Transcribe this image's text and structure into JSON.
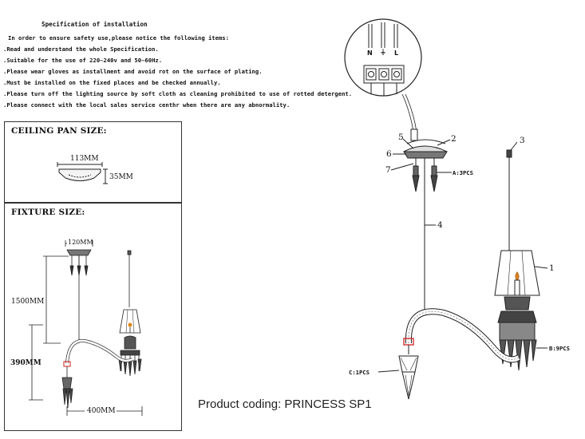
{
  "spec": {
    "title": "Specification of installation",
    "lines": [
      "In order to ensure safety use,please notice the following items:",
      ".Read and understand the whole Specification.",
      ".Suitable for the use of 220~240v and 50~60Hz.",
      ".Please wear gloves as installment and avoid rot on the surface of plating.",
      ".Must be installed on the fixed places and be checked annually.",
      ".Please turn off the lighting source by soft cloth as cleaning prohibited to use of rotted detergent.",
      ".Please connect with the local sales service centhr when there are any abnormality."
    ]
  },
  "ceiling_pan": {
    "title": "CEILING PAN SIZE:",
    "width": "113MM",
    "height": "35MM"
  },
  "fixture": {
    "title": "FIXTURE SIZE:",
    "pan_width": "120MM",
    "drop": "1500MM",
    "height": "390MM",
    "width": "400MM"
  },
  "wiring": {
    "terminals": [
      "N",
      "⏚",
      "L"
    ]
  },
  "callouts": {
    "1": "1",
    "2": "2",
    "3": "3",
    "4": "4",
    "5": "5",
    "6": "6",
    "7": "7",
    "a": "A:3PCS",
    "b": "B:9PCS",
    "c": "C:1PCS"
  },
  "product_coding": "Product coding: PRINCESS SP1",
  "colors": {
    "line": "#222222",
    "accent_red": "#d42020",
    "flame": "#e08a20"
  }
}
